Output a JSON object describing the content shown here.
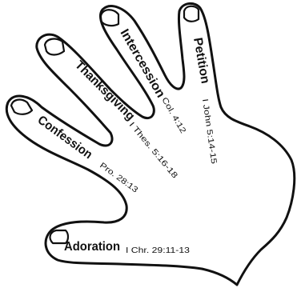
{
  "fingers": [
    {
      "id": "thumb",
      "prayer": "Adoration",
      "reference": "I Chr. 29:11-13"
    },
    {
      "id": "index",
      "prayer": "Confession",
      "reference": "Pro. 28:13"
    },
    {
      "id": "middle",
      "prayer": "Thanksgiving",
      "reference": "I Thes. 5:16-18"
    },
    {
      "id": "ring",
      "prayer": "Intercession",
      "reference": "Col. 4:12"
    },
    {
      "id": "pinky",
      "prayer": "Petition",
      "reference": "I John 5:14-15"
    }
  ],
  "colors": {
    "ink": "#111111",
    "background": "#ffffff"
  }
}
